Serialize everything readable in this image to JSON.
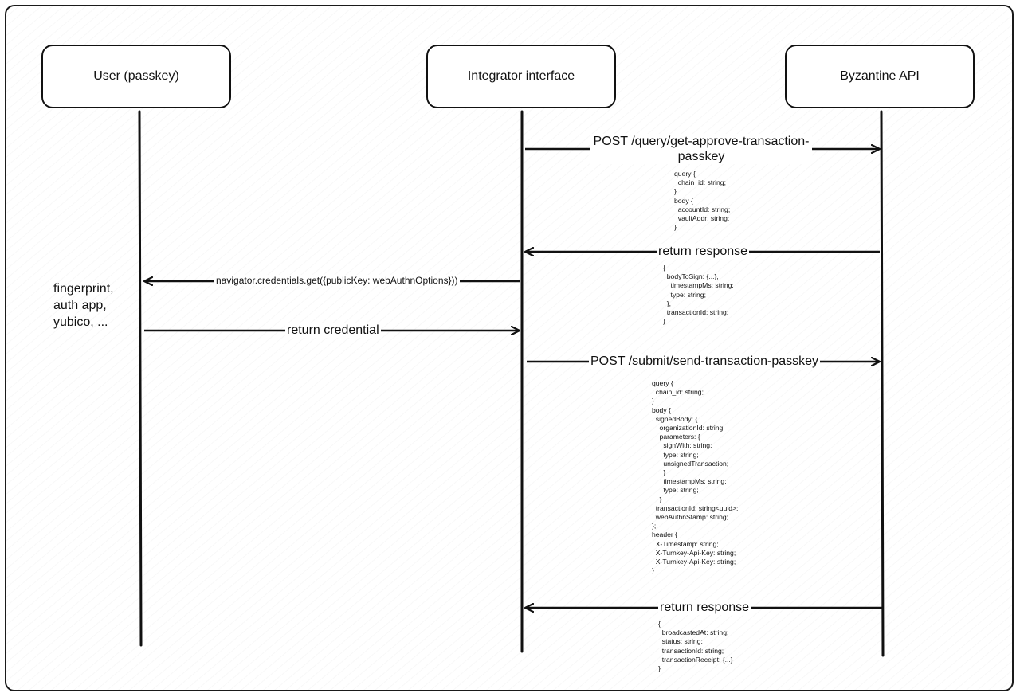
{
  "actors": {
    "user": "User (passkey)",
    "integrator": "Integrator interface",
    "api": "Byzantine API"
  },
  "messages": {
    "query_approve": "POST /query/get-approve-transaction-passkey",
    "return_response_1": "return response",
    "navigator_get": "navigator.credentials.get({publicKey: webAuthnOptions}))",
    "return_credential": "return credential",
    "submit_send": "POST /submit/send-transaction-passkey",
    "return_response_2": "return response"
  },
  "user_note": "fingerprint,\nauth app,\nyubico, ...",
  "payloads": {
    "query_approve": "query {\n  chain_id: string;\n}\nbody {\n  accountId: string;\n  vaultAddr: string;\n}",
    "response_1": "{\n  bodyToSign: {...},\n    timestampMs: string;\n    type: string;\n  },\n  transactionId: string;\n}",
    "submit_send": "query {\n  chain_id: string;\n}\nbody {\n  signedBody: {\n    organizationId: string;\n    parameters: {\n      signWith: string;\n      type: string;\n      unsignedTransaction;\n      }\n      timestampMs: string;\n      type: string;\n    }\n  transactionId: string<uuid>;\n  webAuthnStamp: string;\n};\nheader {\n  X-Timestamp: string;\n  X-Turnkey-Api-Key: string;\n  X-Turnkey-Api-Key: string;\n}",
    "response_2": "{\n  broadcastedAt: string;\n  status: string;\n  transactionId: string;\n  transactionReceipt: {...}\n}"
  }
}
